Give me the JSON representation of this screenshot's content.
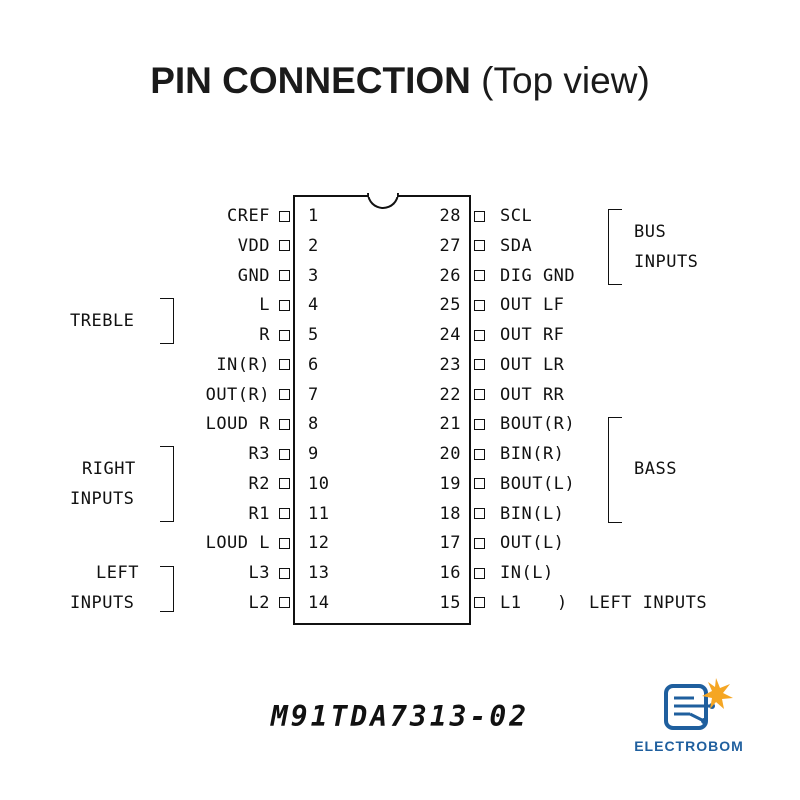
{
  "title": {
    "bold": "PIN CONNECTION",
    "light": "(Top view)"
  },
  "pins_left": [
    {
      "num": "1",
      "label": "CREF"
    },
    {
      "num": "2",
      "label": "VDD"
    },
    {
      "num": "3",
      "label": "GND"
    },
    {
      "num": "4",
      "label": "L"
    },
    {
      "num": "5",
      "label": "R"
    },
    {
      "num": "6",
      "label": "IN(R)"
    },
    {
      "num": "7",
      "label": "OUT(R)"
    },
    {
      "num": "8",
      "label": "LOUD R"
    },
    {
      "num": "9",
      "label": "R3"
    },
    {
      "num": "10",
      "label": "R2"
    },
    {
      "num": "11",
      "label": "R1"
    },
    {
      "num": "12",
      "label": "LOUD L"
    },
    {
      "num": "13",
      "label": "L3"
    },
    {
      "num": "14",
      "label": "L2"
    }
  ],
  "pins_right": [
    {
      "num": "28",
      "label": "SCL"
    },
    {
      "num": "27",
      "label": "SDA"
    },
    {
      "num": "26",
      "label": "DIG GND"
    },
    {
      "num": "25",
      "label": "OUT LF"
    },
    {
      "num": "24",
      "label": "OUT RF"
    },
    {
      "num": "23",
      "label": "OUT LR"
    },
    {
      "num": "22",
      "label": "OUT RR"
    },
    {
      "num": "21",
      "label": "BOUT(R)"
    },
    {
      "num": "20",
      "label": "BIN(R)"
    },
    {
      "num": "19",
      "label": "BOUT(L)"
    },
    {
      "num": "18",
      "label": "BIN(L)"
    },
    {
      "num": "17",
      "label": "OUT(L)"
    },
    {
      "num": "16",
      "label": "IN(L)"
    },
    {
      "num": "15",
      "label": "L1"
    }
  ],
  "groups": {
    "treble": "TREBLE",
    "right_inputs_1": "RIGHT",
    "right_inputs_2": "INPUTS",
    "left_inputs_1": "LEFT",
    "left_inputs_2": "INPUTS",
    "bus_inputs_1": "BUS",
    "bus_inputs_2": "INPUTS",
    "bass": "BASS",
    "left_inputs_right_paren": ")",
    "left_inputs_right": "LEFT INPUTS"
  },
  "part_code": "M91TDA7313-02",
  "brand": {
    "name": "ELECTROBOM",
    "primary_color": "#1f5f9e",
    "accent_color": "#f5a623"
  }
}
